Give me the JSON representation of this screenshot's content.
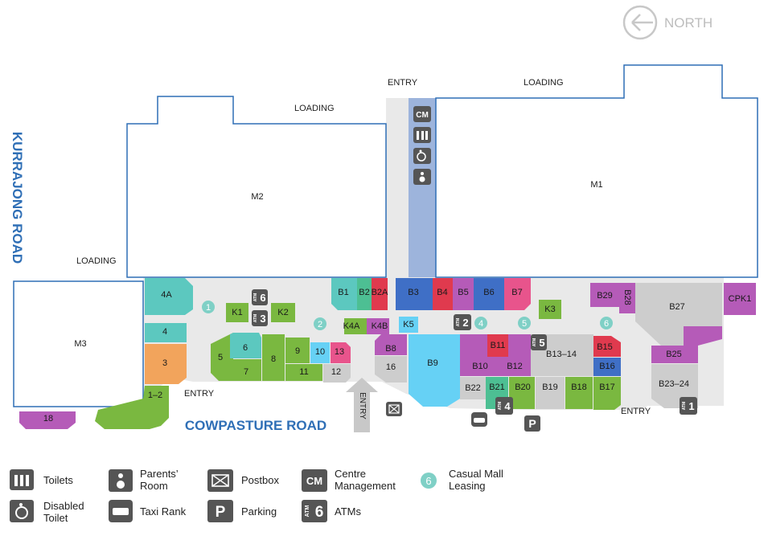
{
  "north_label": "NORTH",
  "roads": {
    "west": "KURRAJONG ROAD",
    "south": "COWPASTURE ROAD"
  },
  "annotations": {
    "loading_m2": "LOADING",
    "loading_m1": "LOADING",
    "loading_m3": "LOADING",
    "entry_top": "ENTRY",
    "entry_west": "ENTRY",
    "entry_east": "ENTRY",
    "entry_south": "ENTRY"
  },
  "majors": {
    "m1": "M1",
    "m2": "M2",
    "m3": "M3"
  },
  "shops": {
    "s4a": "4A",
    "s4": "4",
    "s3": "3",
    "s1_2": "1–2",
    "s18": "18",
    "s5": "5",
    "s6": "6",
    "s7": "7",
    "s8": "8",
    "s9": "9",
    "s10": "10",
    "s11": "11",
    "s12": "12",
    "s13": "13",
    "k1": "K1",
    "k2": "K2",
    "k3": "K3",
    "k4a": "K4A",
    "k4b": "K4B",
    "k5": "K5",
    "b1": "B1",
    "b2": "B2",
    "b2a": "B2A",
    "b3": "B3",
    "b4": "B4",
    "b5": "B5",
    "b6": "B6",
    "b7": "B7",
    "b8": "B8",
    "s16": "16",
    "b9": "B9",
    "b10": "B10",
    "b11": "B11",
    "b12": "B12",
    "b13_14": "B13–14",
    "b15": "B15",
    "b16": "B16",
    "b17": "B17",
    "b18": "B18",
    "b19": "B19",
    "b20": "B20",
    "b21": "B21",
    "b22": "B22",
    "b23_24": "B23–24",
    "b25": "B25",
    "b27": "B27",
    "b28": "B28",
    "b29": "B29",
    "cpk1": "CPK1"
  },
  "markers": {
    "c1": "1",
    "c2": "2",
    "c4": "4",
    "c5": "5",
    "c6": "6"
  },
  "atms": {
    "a1": "1",
    "a2": "2",
    "a3": "3",
    "a4": "4",
    "a5": "5",
    "a6": "6"
  },
  "icon_text": {
    "atm": "ATM",
    "cm": "CM",
    "parking": "P"
  },
  "legend": {
    "toilets": "Toilets",
    "parents_1": "Parents’",
    "parents_2": "Room",
    "postbox": "Postbox",
    "centre_1": "Centre",
    "centre_2": "Management",
    "casual_1": "Casual Mall",
    "casual_2": "Leasing",
    "casual_num": "6",
    "disabled_1": "Disabled",
    "disabled_2": "Toilet",
    "taxi": "Taxi Rank",
    "parking": "Parking",
    "atms": "ATMs",
    "atm_num": "6"
  },
  "colors": {
    "teal": "#5cc8bf",
    "green": "#7ab840",
    "mint": "#4dbf93",
    "purple": "#b55bb8",
    "pink": "#e8548c",
    "red": "#e03a4e",
    "blue": "#3f6fc6",
    "lightblue": "#66d1f5",
    "orange": "#f2a45c",
    "grey": "#cdcdcd",
    "outline": "#2f6fb6",
    "corridor": "#e9e9e9"
  }
}
